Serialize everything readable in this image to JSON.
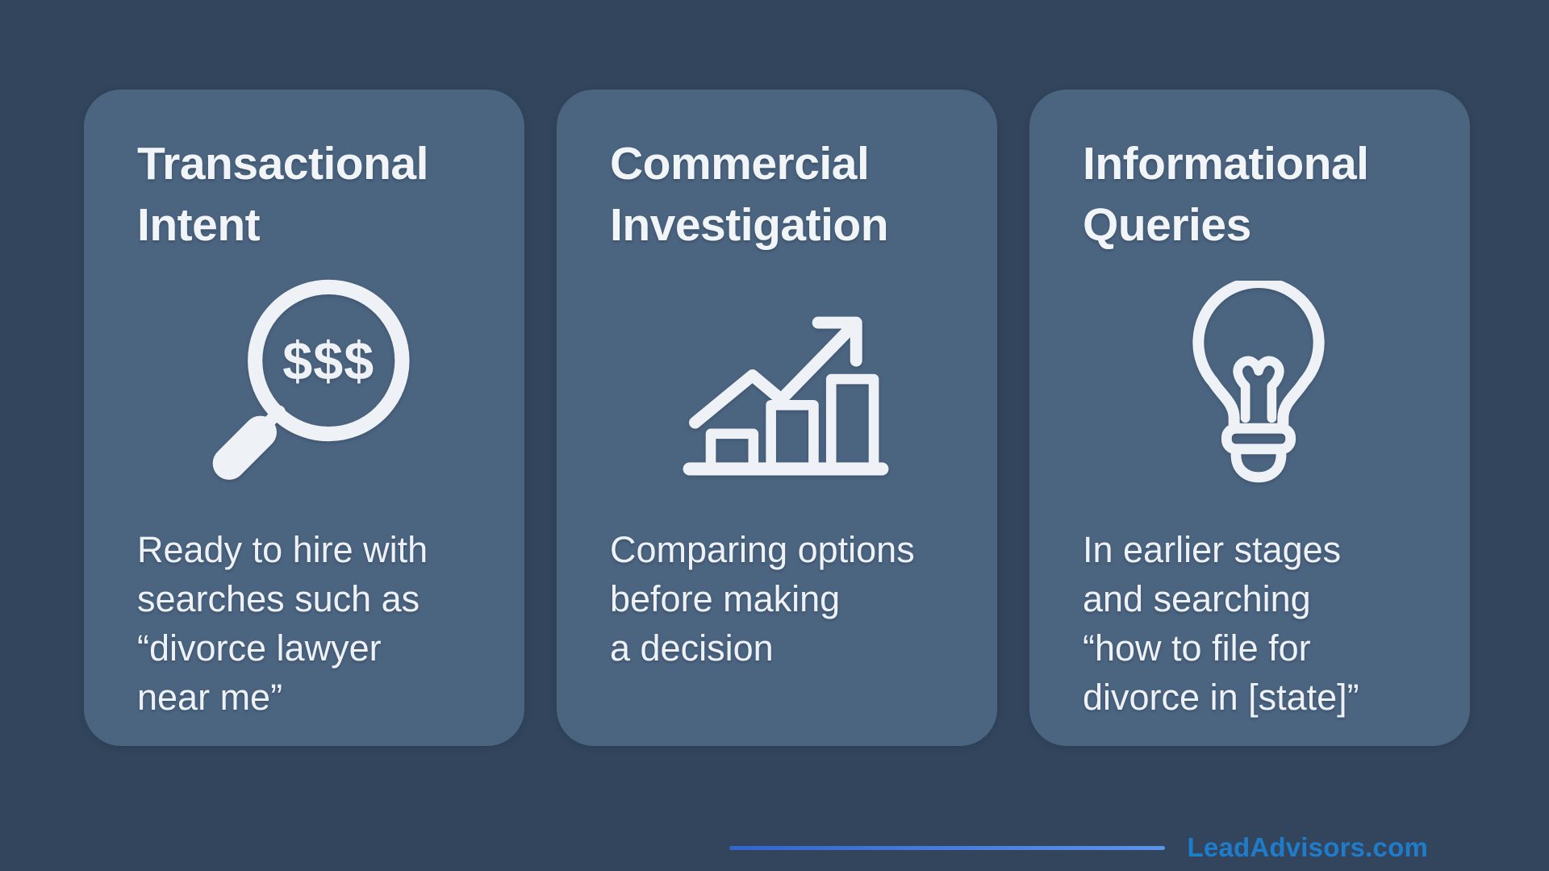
{
  "page": {
    "background_color": "#32455C",
    "card_color": "#4B6480",
    "text_color": "#F2F5F7",
    "icon_color": "#EEF1F5",
    "brand_blue": "#1F7CCB"
  },
  "cards": [
    {
      "id": "transactional-intent",
      "title_lines": [
        "Transactional",
        "Intent"
      ],
      "icon": "money-search-icon",
      "body_lines": [
        "Ready to hire with",
        "searches such as",
        "“divorce lawyer",
        "near me”"
      ]
    },
    {
      "id": "commercial-investigation",
      "title_lines": [
        "Commercial",
        "Investigation"
      ],
      "icon": "growth-chart-icon",
      "body_lines": [
        "Comparing options",
        "before making",
        "a decision"
      ]
    },
    {
      "id": "informational-queries",
      "title_lines": [
        "Informational",
        "Queries"
      ],
      "icon": "lightbulb-icon",
      "body_lines": [
        "In earlier stages",
        "and searching",
        "“how to file for",
        "divorce in [state]”"
      ]
    }
  ],
  "icons": {
    "dollar_text": "$$$"
  },
  "footer": {
    "brand": "LeadAdvisors.com"
  }
}
